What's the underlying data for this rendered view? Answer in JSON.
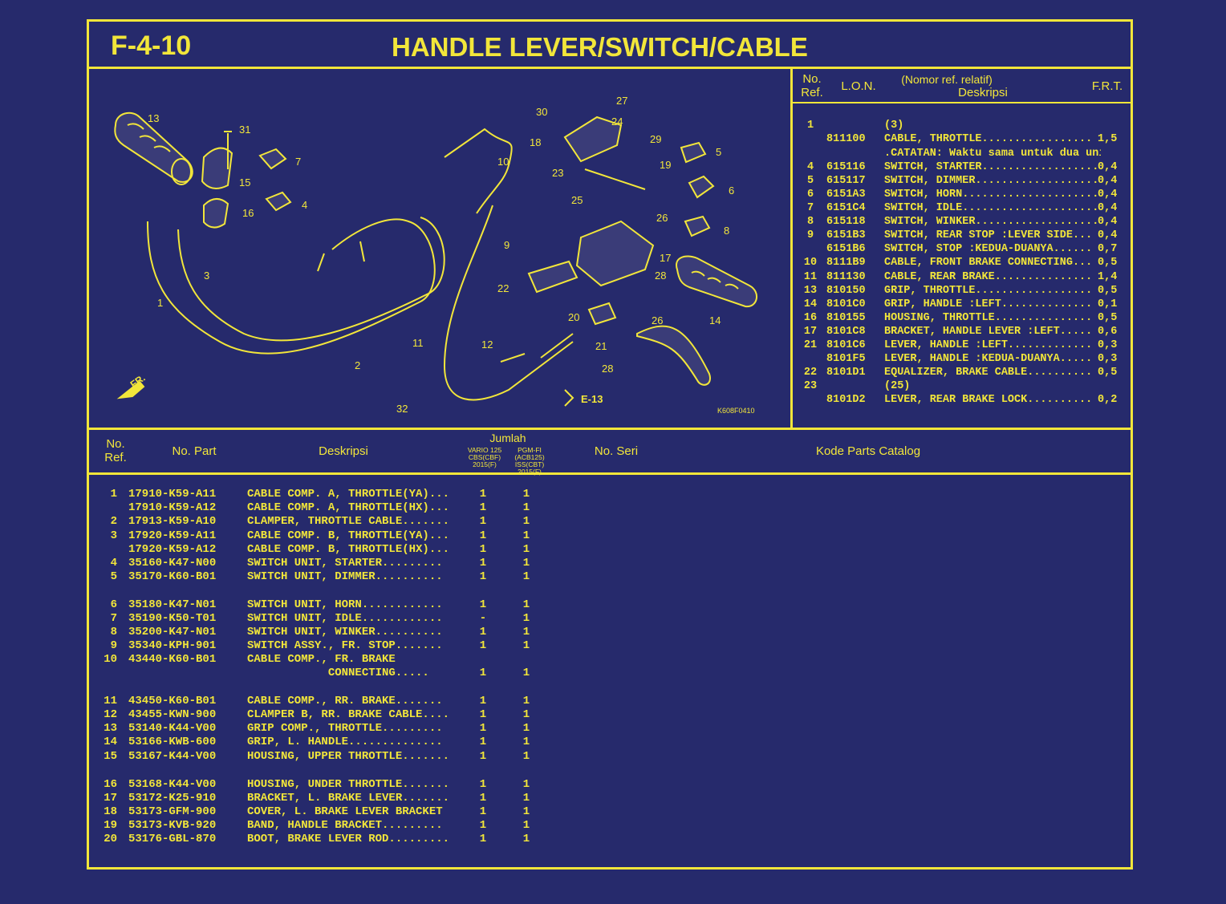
{
  "sheet": {
    "code": "F-4-10",
    "title": "HANDLE LEVER/SWITCH/CABLE",
    "diagram_code": "K608F0410",
    "fr_label": "FR.",
    "ref_label": "E-13"
  },
  "colors": {
    "background": "#262a6c",
    "ink": "#f2e63a"
  },
  "right_table": {
    "headers": {
      "no_ref": "No.\nRef.",
      "lon": "L.O.N.",
      "nomor": "(Nomor ref. relatif)",
      "deskripsi": "Deskripsi",
      "frt": "F.R.T."
    },
    "rows": [
      {
        "ref": "1",
        "lon": "",
        "desc": "(3)",
        "frt": ""
      },
      {
        "ref": "",
        "lon": "811100",
        "desc": "CABLE, THROTTLE.................",
        "frt": "1,5"
      },
      {
        "ref": "",
        "lon": "",
        "desc": ".CATATAN: Waktu sama untuk dua unit",
        "frt": ""
      },
      {
        "ref": "4",
        "lon": "615116",
        "desc": "SWITCH, STARTER..................",
        "frt": "0,4"
      },
      {
        "ref": "5",
        "lon": "615117",
        "desc": "SWITCH, DIMMER...................",
        "frt": "0,4"
      },
      {
        "ref": "6",
        "lon": "6151A3",
        "desc": "SWITCH, HORN.....................",
        "frt": "0,4"
      },
      {
        "ref": "7",
        "lon": "6151C4",
        "desc": "SWITCH, IDLE.....................",
        "frt": "0,4"
      },
      {
        "ref": "8",
        "lon": "615118",
        "desc": "SWITCH, WINKER...................",
        "frt": "0,4"
      },
      {
        "ref": "9",
        "lon": "6151B3",
        "desc": "SWITCH, REAR STOP :LEVER SIDE...",
        "frt": "0,4"
      },
      {
        "ref": "",
        "lon": "6151B6",
        "desc": "SWITCH, STOP :KEDUA-DUANYA......",
        "frt": "0,7"
      },
      {
        "ref": "10",
        "lon": "8111B9",
        "desc": "CABLE, FRONT BRAKE CONNECTING...",
        "frt": "0,5"
      },
      {
        "ref": "11",
        "lon": "811130",
        "desc": "CABLE, REAR BRAKE...............",
        "frt": "1,4"
      },
      {
        "ref": "13",
        "lon": "810150",
        "desc": "GRIP, THROTTLE..................",
        "frt": "0,5"
      },
      {
        "ref": "14",
        "lon": "8101C0",
        "desc": "GRIP, HANDLE :LEFT..............",
        "frt": "0,1"
      },
      {
        "ref": "16",
        "lon": "810155",
        "desc": "HOUSING, THROTTLE...............",
        "frt": "0,5"
      },
      {
        "ref": "17",
        "lon": "8101C8",
        "desc": "BRACKET, HANDLE LEVER :LEFT.....",
        "frt": "0,6"
      },
      {
        "ref": "21",
        "lon": "8101C6",
        "desc": "LEVER, HANDLE :LEFT.............",
        "frt": "0,3"
      },
      {
        "ref": "",
        "lon": "8101F5",
        "desc": "LEVER, HANDLE :KEDUA-DUANYA.....",
        "frt": "0,3"
      },
      {
        "ref": "22",
        "lon": "8101D1",
        "desc": "EQUALIZER, BRAKE CABLE..........",
        "frt": "0,5"
      },
      {
        "ref": "23",
        "lon": "",
        "desc": "(25)",
        "frt": ""
      },
      {
        "ref": "",
        "lon": "8101D2",
        "desc": "LEVER, REAR BRAKE LOCK..........",
        "frt": "0,2"
      }
    ]
  },
  "parts_table": {
    "headers": {
      "no_ref": "No.\nRef.",
      "no_part": "No. Part",
      "deskripsi": "Deskripsi",
      "jumlah": "Jumlah",
      "col_a": "VARIO 125\nCBS(CBF)\n2015(F)",
      "col_b": "PGM-FI (ACB125)\nISS(CBT)\n2015(F)",
      "no_seri": "No. Seri",
      "kode": "Kode Parts Catalog"
    },
    "rows": [
      {
        "ref": "1",
        "part": "17910-K59-A11",
        "desc": "CABLE COMP. A, THROTTLE(YA)...",
        "a": "1",
        "b": "1"
      },
      {
        "ref": "",
        "part": "17910-K59-A12",
        "desc": "CABLE COMP. A, THROTTLE(HX)...",
        "a": "1",
        "b": "1"
      },
      {
        "ref": "2",
        "part": "17913-K59-A10",
        "desc": "CLAMPER, THROTTLE CABLE.......",
        "a": "1",
        "b": "1"
      },
      {
        "ref": "3",
        "part": "17920-K59-A11",
        "desc": "CABLE COMP. B, THROTTLE(YA)...",
        "a": "1",
        "b": "1"
      },
      {
        "ref": "",
        "part": "17920-K59-A12",
        "desc": "CABLE COMP. B, THROTTLE(HX)...",
        "a": "1",
        "b": "1"
      },
      {
        "ref": "4",
        "part": "35160-K47-N00",
        "desc": "SWITCH UNIT, STARTER.........",
        "a": "1",
        "b": "1"
      },
      {
        "ref": "5",
        "part": "35170-K60-B01",
        "desc": "SWITCH UNIT, DIMMER..........",
        "a": "1",
        "b": "1"
      },
      {
        "ref": "6",
        "part": "35180-K47-N01",
        "desc": "SWITCH UNIT, HORN............",
        "a": "1",
        "b": "1"
      },
      {
        "ref": "7",
        "part": "35190-K50-T01",
        "desc": "SWITCH UNIT, IDLE............",
        "a": "-",
        "b": "1"
      },
      {
        "ref": "8",
        "part": "35200-K47-N01",
        "desc": "SWITCH UNIT, WINKER..........",
        "a": "1",
        "b": "1"
      },
      {
        "ref": "9",
        "part": "35340-KPH-901",
        "desc": "SWITCH ASSY., FR. STOP.......",
        "a": "1",
        "b": "1"
      },
      {
        "ref": "10",
        "part": "43440-K60-B01",
        "desc": "CABLE COMP., FR. BRAKE",
        "a": "",
        "b": ""
      },
      {
        "ref": "",
        "part": "",
        "desc": "            CONNECTING.....",
        "a": "1",
        "b": "1"
      },
      {
        "ref": "11",
        "part": "43450-K60-B01",
        "desc": "CABLE COMP., RR. BRAKE.......",
        "a": "1",
        "b": "1"
      },
      {
        "ref": "12",
        "part": "43455-KWN-900",
        "desc": "CLAMPER B, RR. BRAKE CABLE....",
        "a": "1",
        "b": "1"
      },
      {
        "ref": "13",
        "part": "53140-K44-V00",
        "desc": "GRIP COMP., THROTTLE.........",
        "a": "1",
        "b": "1"
      },
      {
        "ref": "14",
        "part": "53166-KWB-600",
        "desc": "GRIP, L. HANDLE..............",
        "a": "1",
        "b": "1"
      },
      {
        "ref": "15",
        "part": "53167-K44-V00",
        "desc": "HOUSING, UPPER THROTTLE.......",
        "a": "1",
        "b": "1"
      },
      {
        "ref": "16",
        "part": "53168-K44-V00",
        "desc": "HOUSING, UNDER THROTTLE.......",
        "a": "1",
        "b": "1"
      },
      {
        "ref": "17",
        "part": "53172-K25-910",
        "desc": "BRACKET, L. BRAKE LEVER.......",
        "a": "1",
        "b": "1"
      },
      {
        "ref": "18",
        "part": "53173-GFM-900",
        "desc": "COVER, L. BRAKE LEVER BRACKET",
        "a": "1",
        "b": "1"
      },
      {
        "ref": "19",
        "part": "53173-KVB-920",
        "desc": "BAND, HANDLE BRACKET.........",
        "a": "1",
        "b": "1"
      },
      {
        "ref": "20",
        "part": "53176-GBL-870",
        "desc": "BOOT, BRAKE LEVER ROD.........",
        "a": "1",
        "b": "1"
      }
    ]
  },
  "diagram_callouts": [
    "1",
    "2",
    "3",
    "4",
    "5",
    "6",
    "7",
    "8",
    "9",
    "10",
    "11",
    "12",
    "13",
    "14",
    "15",
    "16",
    "17",
    "18",
    "19",
    "20",
    "21",
    "22",
    "23",
    "24",
    "25",
    "26",
    "26",
    "27",
    "28",
    "28",
    "29",
    "30",
    "31",
    "32"
  ]
}
